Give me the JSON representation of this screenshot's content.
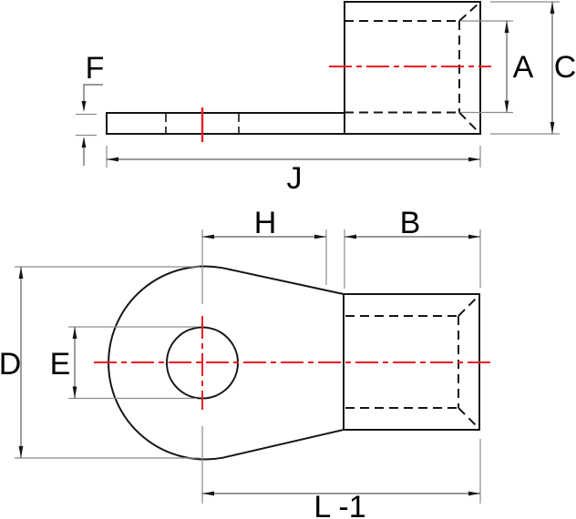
{
  "labels": {
    "a": "A",
    "b": "B",
    "c": "C",
    "d": "D",
    "e": "E",
    "f": "F",
    "h": "H",
    "j": "J",
    "l1": "L -1"
  },
  "colors": {
    "background": "#ffffff",
    "object-line": "#151515",
    "extension-line": "#8c8c8c",
    "dimension-line": "#5a5a5a",
    "arrow": "#151515",
    "centerline": "#ed1c24",
    "label": "#000000"
  }
}
